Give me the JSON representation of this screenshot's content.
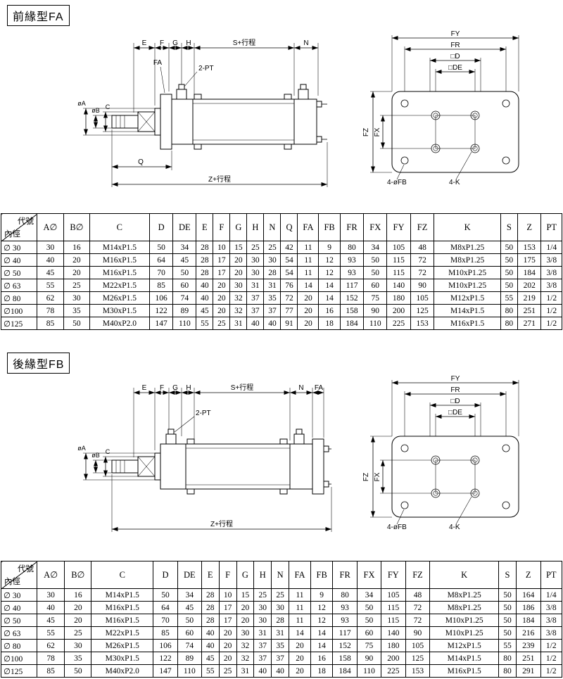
{
  "sections": [
    {
      "title": "前緣型FA",
      "side_labels": {
        "e": "E",
        "f": "F",
        "g": "G",
        "h": "H",
        "s": "S+行程",
        "n": "N",
        "fa": "FA",
        "pt": "2-PT",
        "da": "øA",
        "db": "øB",
        "c": "C",
        "q": "Q",
        "z": "Z+行程"
      },
      "flange_labels": {
        "fy": "FY",
        "fr": "FR",
        "d": "□D",
        "de": "□DE",
        "fz": "FZ",
        "fx": "FX",
        "fb": "4-øFB",
        "k": "4-K"
      },
      "table": {
        "corner": {
          "top": "代號",
          "bottom": "內徑"
        },
        "columns": [
          "A∅",
          "B∅",
          "C",
          "D",
          "DE",
          "E",
          "F",
          "G",
          "H",
          "N",
          "Q",
          "FA",
          "FB",
          "FR",
          "FX",
          "FY",
          "FZ",
          "K",
          "S",
          "Z",
          "PT"
        ],
        "rows": [
          [
            "∅ 30",
            "30",
            "16",
            "M14xP1.5",
            "50",
            "34",
            "28",
            "10",
            "15",
            "25",
            "25",
            "42",
            "11",
            "9",
            "80",
            "34",
            "105",
            "48",
            "M8xP1.25",
            "50",
            "153",
            "1/4"
          ],
          [
            "∅ 40",
            "40",
            "20",
            "M16xP1.5",
            "64",
            "45",
            "28",
            "17",
            "20",
            "30",
            "30",
            "54",
            "11",
            "12",
            "93",
            "50",
            "115",
            "72",
            "M8xP1.25",
            "50",
            "175",
            "3/8"
          ],
          [
            "∅ 50",
            "45",
            "20",
            "M16xP1.5",
            "70",
            "50",
            "28",
            "17",
            "20",
            "30",
            "28",
            "54",
            "11",
            "12",
            "93",
            "50",
            "115",
            "72",
            "M10xP1.25",
            "50",
            "184",
            "3/8"
          ],
          [
            "∅ 63",
            "55",
            "25",
            "M22xP1.5",
            "85",
            "60",
            "40",
            "20",
            "30",
            "31",
            "31",
            "76",
            "14",
            "14",
            "117",
            "60",
            "140",
            "90",
            "M10xP1.25",
            "50",
            "202",
            "3/8"
          ],
          [
            "∅ 80",
            "62",
            "30",
            "M26xP1.5",
            "106",
            "74",
            "40",
            "20",
            "32",
            "37",
            "35",
            "72",
            "20",
            "14",
            "152",
            "75",
            "180",
            "105",
            "M12xP1.5",
            "55",
            "219",
            "1/2"
          ],
          [
            "∅100",
            "78",
            "35",
            "M30xP1.5",
            "122",
            "89",
            "45",
            "20",
            "32",
            "37",
            "37",
            "77",
            "20",
            "16",
            "158",
            "90",
            "200",
            "125",
            "M14xP1.5",
            "80",
            "251",
            "1/2"
          ],
          [
            "∅125",
            "85",
            "50",
            "M40xP2.0",
            "147",
            "110",
            "55",
            "25",
            "31",
            "40",
            "40",
            "91",
            "20",
            "18",
            "184",
            "110",
            "225",
            "153",
            "M16xP1.5",
            "80",
            "271",
            "1/2"
          ]
        ]
      }
    },
    {
      "title": "後緣型FB",
      "side_labels": {
        "e": "E",
        "f": "F",
        "g": "G",
        "h": "H",
        "s": "S+行程",
        "n": "N",
        "fa": "FA",
        "pt": "2-PT",
        "da": "øA",
        "db": "øB",
        "c": "C",
        "z": "Z+行程"
      },
      "flange_labels": {
        "fy": "FY",
        "fr": "FR",
        "d": "□D",
        "de": "□DE",
        "fz": "FZ",
        "fx": "FX",
        "fb": "4-øFB",
        "k": "4-K"
      },
      "table": {
        "corner": {
          "top": "代號",
          "bottom": "內徑"
        },
        "columns": [
          "A∅",
          "B∅",
          "C",
          "D",
          "DE",
          "E",
          "F",
          "G",
          "H",
          "N",
          "FA",
          "FB",
          "FR",
          "FX",
          "FY",
          "FZ",
          "K",
          "S",
          "Z",
          "PT"
        ],
        "rows": [
          [
            "∅ 30",
            "30",
            "16",
            "M14xP1.5",
            "50",
            "34",
            "28",
            "10",
            "15",
            "25",
            "25",
            "11",
            "9",
            "80",
            "34",
            "105",
            "48",
            "M8xP1.25",
            "50",
            "164",
            "1/4"
          ],
          [
            "∅ 40",
            "40",
            "20",
            "M16xP1.5",
            "64",
            "45",
            "28",
            "17",
            "20",
            "30",
            "30",
            "11",
            "12",
            "93",
            "50",
            "115",
            "72",
            "M8xP1.25",
            "50",
            "186",
            "3/8"
          ],
          [
            "∅ 50",
            "45",
            "20",
            "M16xP1.5",
            "70",
            "50",
            "28",
            "17",
            "20",
            "30",
            "28",
            "11",
            "12",
            "93",
            "50",
            "115",
            "72",
            "M10xP1.25",
            "50",
            "184",
            "3/8"
          ],
          [
            "∅ 63",
            "55",
            "25",
            "M22xP1.5",
            "85",
            "60",
            "40",
            "20",
            "30",
            "31",
            "31",
            "14",
            "14",
            "117",
            "60",
            "140",
            "90",
            "M10xP1.25",
            "50",
            "216",
            "3/8"
          ],
          [
            "∅ 80",
            "62",
            "30",
            "M26xP1.5",
            "106",
            "74",
            "40",
            "20",
            "32",
            "37",
            "35",
            "20",
            "14",
            "152",
            "75",
            "180",
            "105",
            "M12xP1.5",
            "55",
            "239",
            "1/2"
          ],
          [
            "∅100",
            "78",
            "35",
            "M30xP1.5",
            "122",
            "89",
            "45",
            "20",
            "32",
            "37",
            "37",
            "20",
            "16",
            "158",
            "90",
            "200",
            "125",
            "M14xP1.5",
            "80",
            "251",
            "1/2"
          ],
          [
            "∅125",
            "85",
            "50",
            "M40xP2.0",
            "147",
            "110",
            "55",
            "25",
            "31",
            "40",
            "40",
            "20",
            "18",
            "184",
            "110",
            "225",
            "153",
            "M16xP1.5",
            "80",
            "291",
            "1/2"
          ]
        ]
      }
    }
  ]
}
